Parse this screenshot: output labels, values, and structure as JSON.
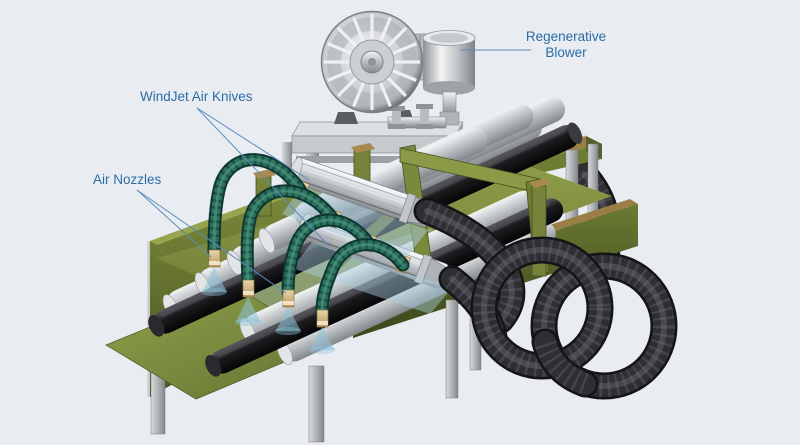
{
  "illustration": {
    "labels": {
      "blower_line1": "Regenerative",
      "blower_line2": "Blower",
      "air_knives": "WindJet Air Knives",
      "air_nozzles": "Air Nozzles"
    },
    "colors": {
      "background": "#E9EDF1",
      "label_text": "#2B6CA6",
      "leader_line": "#5B8BBE",
      "machine_green": "#75843A",
      "machine_green_dark": "#4F5B26",
      "frame_tan": "#9A7E45",
      "hose_black": "#1D1D20",
      "nozzle_teal": "#1F6654",
      "fitting_brass": "#C9A76A",
      "metal_silver": "#C6CACD",
      "air_blue": "#A9CEE1"
    }
  }
}
